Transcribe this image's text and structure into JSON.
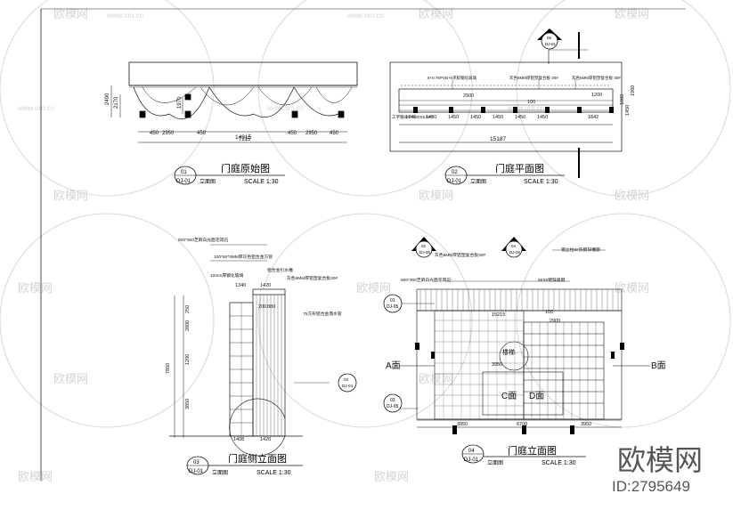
{
  "watermark": {
    "brand": "欧模网",
    "site": "www.om.cn",
    "id_text": "ID:2795649"
  },
  "panels": [
    {
      "number": "01",
      "code": "DJ-01",
      "title": "门庭原始图",
      "view": "立面图",
      "scale": "SCALE  1:30",
      "dims_top": [
        "450",
        "2950",
        "450",
        "7215",
        "450",
        "2950",
        "450"
      ],
      "dim_total": "14915",
      "dims_left": [
        "2490",
        "2170",
        "1970"
      ]
    },
    {
      "number": "02",
      "code": "DJ-01",
      "title": "门庭平面图",
      "view": "立面图",
      "scale": "SCALE  1:30",
      "notes": [
        "6+0.76PVB+6夹胶钢化玻璃",
        "灰色6MM厚铝塑复合板 30#",
        "灰色6MM厚铝塑复合板 30#"
      ],
      "side_note": "工字钢200X100X5.5X7",
      "dims_row": [
        "1746",
        "1450",
        "1450",
        "1450",
        "1450",
        "1450",
        "1450",
        "1842"
      ],
      "dims_mid": [
        "2900",
        "1200",
        "100"
      ],
      "dim_total": "15187",
      "dims_right": [
        "1060",
        "1450",
        "1960"
      ],
      "section_ref": {
        "num": "05",
        "code": "DJ-01"
      }
    },
    {
      "number": "03",
      "code": "DJ-01",
      "title": "门庭侧立面图",
      "view": "立面图",
      "scale": "SCALE  1:30",
      "notes": [
        "600*300芝麻白光面花岗石",
        "100*50*3MM厚灰色铝合金方管",
        "铝合金引水槽",
        "10mm厚钢化玻璃",
        "灰色6MM厚铝塑复合板30#",
        "75方形铝合金落水管"
      ],
      "dims_top": [
        "1340",
        "1420",
        "200",
        "880"
      ],
      "dims_left": [
        "7850",
        "250",
        "2800",
        "1200",
        "3850"
      ],
      "dims_bottom": [
        "1408",
        "1420"
      ],
      "section_ref": {
        "num": "03",
        "code": "DJ-04"
      }
    },
    {
      "number": "04",
      "code": "DJ-01",
      "title": "门庭立面图",
      "view": "立面图",
      "scale": "SCALE  1:30",
      "notes": [
        "灰色6MM厚铝塑复合板30#",
        "600*300芝麻白光面花岗石",
        "50X5镀锌扁钢",
        "钢立柱8#热镀锌槽钢"
      ],
      "labels": {
        "a": "A面",
        "b": "B面",
        "c": "C面",
        "d": "D面",
        "stairs": "楼梯"
      },
      "dims_top": [
        "15215",
        "100",
        "2900"
      ],
      "dims_bottom": [
        "3950",
        "6700",
        "3950"
      ],
      "dims_mid": [
        "3950"
      ],
      "refs": [
        {
          "num": "01",
          "code": "DJ-05"
        },
        {
          "num": "03",
          "code": "DJ-05"
        },
        {
          "num": "02",
          "code": "DJ-05"
        },
        {
          "num": "04",
          "code": "DJ-05"
        }
      ]
    }
  ]
}
